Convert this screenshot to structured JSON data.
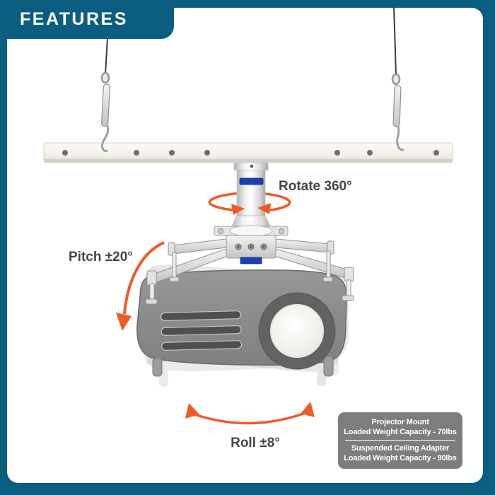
{
  "header": {
    "title": "FEATURES"
  },
  "callouts": {
    "rotate": "Rotate 360°",
    "pitch": "Pitch ±20°",
    "roll": "Roll ±8°"
  },
  "spec_badge": {
    "sections": [
      {
        "title": "Projector Mount",
        "detail": "Loaded Weight Capacity - 70lbs"
      },
      {
        "title": "Suspended Ceiling Adapter",
        "detail": "Loaded Weight Capacity - 90lbs"
      }
    ]
  },
  "colors": {
    "frame_teal": "#0c5e80",
    "accent_orange": "#f05a28",
    "callout_text": "#454545",
    "badge_gray": "#7d7d7d",
    "brand_label_blue": "#1d3fae"
  }
}
